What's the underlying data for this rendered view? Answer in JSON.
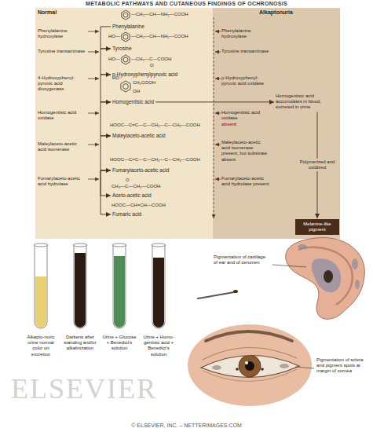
{
  "diagram": {
    "title": "METABOLIC PATHWAYS AND CUTANEOUS FINDINGS OF OCHRONOSIS",
    "nodes": [
      {
        "text": [
          "Phenylalanine"
        ]
      },
      {
        "text": [
          "Tyrosine"
        ]
      },
      {
        "text": [
          "p-Hydroxyphenylpyruvic acid"
        ]
      },
      {
        "text": [
          "Homogentisic acid"
        ]
      },
      {
        "text": [
          "Maleylaceto-acetic acid"
        ]
      },
      {
        "text": [
          "Fumarylaceto-acetic acid"
        ]
      },
      {
        "text": [
          "Aceto-acetic acid"
        ]
      },
      {
        "text": [
          "Fumaric acid"
        ]
      },
      {
        "text": [
          "Homogentisic acid accumulates in blood, excreted in urine"
        ]
      },
      {
        "text": [
          "Melanine-like pigment"
        ]
      }
    ],
    "edges": [
      {
        "from": 0,
        "to": 1,
        "arrow": "to"
      },
      {
        "from": 1,
        "to": 2,
        "arrow": "to"
      },
      {
        "from": 2,
        "to": 3,
        "arrow": "to"
      },
      {
        "from": 3,
        "to": 4,
        "arrow": "to"
      },
      {
        "from": 4,
        "to": 5,
        "arrow": "to"
      },
      {
        "from": 5,
        "to": 6,
        "arrow": "to"
      },
      {
        "from": 5,
        "to": 7,
        "arrow": "to"
      },
      {
        "from": 3,
        "to": 8,
        "arrow": "to"
      },
      {
        "from": 8,
        "to": 9,
        "label": "Polymerized and oxidized",
        "arrow": "to"
      }
    ],
    "labels": [
      "Normal",
      "Alkaptonuria",
      "Phenylalanine hydroxylase",
      "Tyrosine transaminase",
      "4-Hydroxyphenyl-pyruvic acid dioxygenase",
      "Homogentisic acid oxidase",
      "Maleylaceto-acetic acid isomerase",
      "Fumarylaceto-acetic acid hydrolase",
      "Phenylalanine hydroxylase",
      "Tyrosine transaminase",
      "p-Hydroxyphenyl-pyruvic acid oxidase",
      "Homogentisic acid oxidase",
      "absent",
      "Maleylaceto-acetic acid isomerase present, but substrate absent",
      "Fumarylaceto-acetic acid hydrolase present",
      "—CH₂—CH—NH₂—COOH",
      "HO—",
      "—CH₂—CH—NH₂—COOH",
      "HO—",
      "—CH₂—C—COOH",
      "O",
      "HO",
      "CH₂COOH",
      "OH",
      "HOOC—C=C—C—CH₂—C—CH₂—COOH",
      "HOOC—C=C—C—CH₂—C—CH₂—COOH",
      "O",
      "CH₃—C—CH₂—COOH",
      "HOOC—CH=CH—COOH",
      "Alkapto-nuric urine normal color on excretion",
      "Darkens after standing and/or alkalinization",
      "Urine + Glucose + Benedict's solution",
      "Urine + Homo-gentisic acid + Benedict's solution",
      "Pigmentation of cartilage of ear and of cerumen",
      "Pigmentation of sclera and pigment spots at margin of cornea",
      "ELSEVIER",
      "© ELSEVIER, INC. – NETTERIMAGES.COM"
    ]
  }
}
